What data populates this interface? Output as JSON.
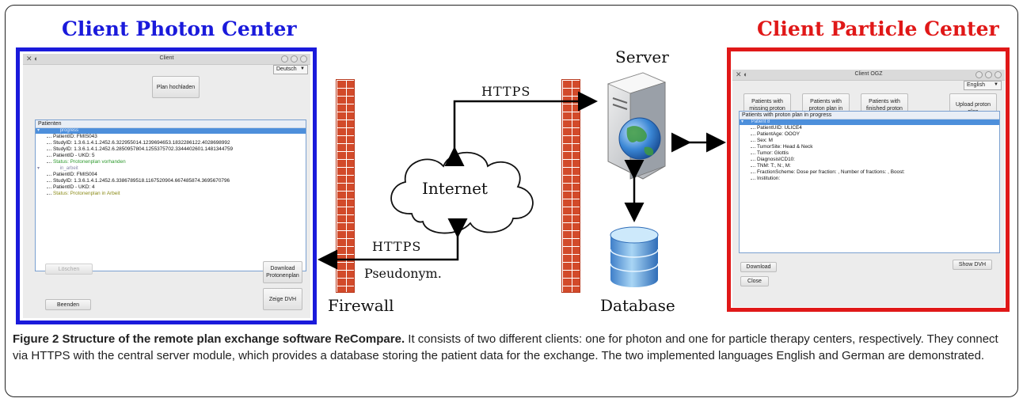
{
  "photon_client": {
    "heading": "Client Photon Center",
    "window_title": "Client",
    "language": "Deutsch",
    "upload_button": "Plan hochladen",
    "list_header": "Patienten",
    "groups": [
      {
        "label": "progress",
        "lines": [
          "PatientID: FMIS043",
          "StudyID: 1.3.6.1.4.1.2452.6.322955014.1239694653.1832286122.4028698992",
          "StudyID: 1.3.6.1.4.1.2452.6.2850957804.1255375702.3344402601.1481344759",
          "PatientID - UKD: 5"
        ],
        "status": "Status: Protonenplan vorhanden"
      },
      {
        "label": "in_arbeit",
        "lines": [
          "PatientID: FMIS004",
          "StudyID: 1.3.6.1.4.1.2452.6.3386789518.1167520904.667485874.3695670796",
          "PatientID - UKD: 4"
        ],
        "status": "Status: Protonenplan in Arbeit"
      }
    ],
    "delete_button": "Löschen",
    "download_button": "Download Protonenplan",
    "dvh_button": "Zeige DVH",
    "quit_button": "Beenden"
  },
  "particle_client": {
    "heading": "Client Particle Center",
    "window_title": "Client OGZ",
    "language": "English",
    "buttons": [
      "Patients with missing proton plan",
      "Patients with proton plan in progress",
      "Patients with finished proton plan",
      "Upload proton plan"
    ],
    "list_header": "Patients with proton plan in progress",
    "group_label": "Patient 8",
    "lines": [
      "PatientUID: ULICE4",
      "PatientAge: OOOY",
      "Sex: M",
      "TumorSite: Head & Neck",
      "Tumor: Glottis",
      "DiagnosisICD10:",
      "TNM: T:, N:, M:",
      "FractionScheme: Dose per fraction: , Number of fractions: , Boost:",
      "Institution:"
    ],
    "download_button": "Download",
    "close_button": "Close",
    "dvh_button": "Show DVH"
  },
  "labels": {
    "https_top": "HTTPS",
    "https_bottom": "HTTPS",
    "pseudonym": "Pseudonym.",
    "internet": "Internet",
    "server": "Server",
    "database": "Database",
    "firewall": "Firewall"
  },
  "colors": {
    "photon_border": "#1a1adb",
    "particle_border": "#e01818",
    "brick": "#d24a2a"
  },
  "caption": {
    "bold": "Figure 2 Structure of the remote plan exchange software ReCompare.",
    "text": " It consists of two different clients: one for photon and one for particle therapy centers, respectively. They connect via HTTPS with the central server module, which provides a database storing the patient data for the exchange. The two implemented languages English and German are demonstrated."
  }
}
